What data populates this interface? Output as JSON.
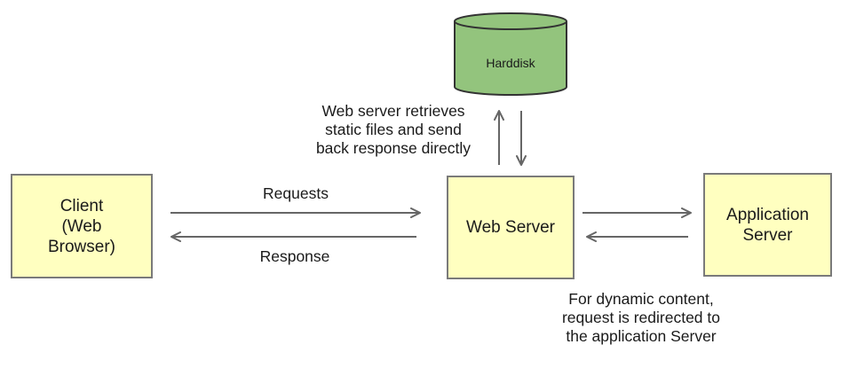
{
  "nodes": {
    "client": "Client\n(Web\nBrowser)",
    "web_server": "Web Server",
    "app_server": "Application\nServer",
    "harddisk": "Harddisk"
  },
  "edges": {
    "requests": "Requests",
    "response": "Response"
  },
  "notes": {
    "static": "Web server retrieves\nstatic files and send\nback response directly",
    "dynamic": "For dynamic content,\nrequest is redirected to\nthe application Server"
  },
  "colors": {
    "box_fill": "#ffffc0",
    "box_border": "#7a7a7a",
    "disk_fill": "#93c47d",
    "disk_border": "#333333",
    "arrow": "#666666"
  }
}
